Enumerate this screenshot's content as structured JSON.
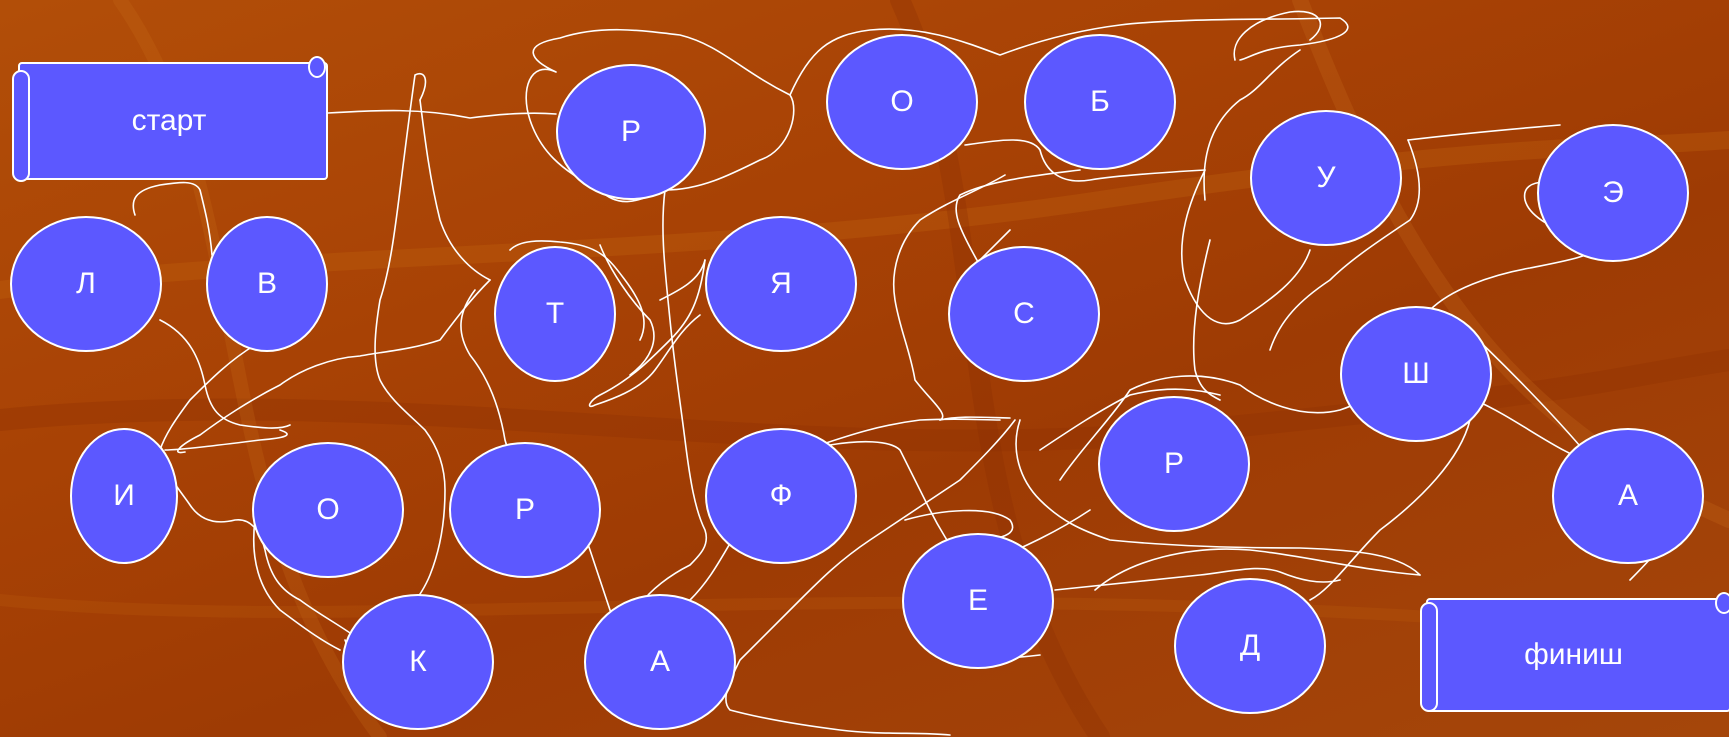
{
  "start_label": "старт",
  "finish_label": "финиш",
  "nodes": [
    {
      "name": "node-r-top",
      "letter": "Р"
    },
    {
      "name": "node-o-top",
      "letter": "О"
    },
    {
      "name": "node-b",
      "letter": "Б"
    },
    {
      "name": "node-u",
      "letter": "У"
    },
    {
      "name": "node-e-cyr",
      "letter": "Э"
    },
    {
      "name": "node-l",
      "letter": "Л"
    },
    {
      "name": "node-v",
      "letter": "В"
    },
    {
      "name": "node-t",
      "letter": "Т"
    },
    {
      "name": "node-ya",
      "letter": "Я"
    },
    {
      "name": "node-s",
      "letter": "С"
    },
    {
      "name": "node-sh",
      "letter": "Ш"
    },
    {
      "name": "node-i",
      "letter": "И"
    },
    {
      "name": "node-o-bottom",
      "letter": "О"
    },
    {
      "name": "node-r-mid",
      "letter": "Р"
    },
    {
      "name": "node-f",
      "letter": "Ф"
    },
    {
      "name": "node-r-right",
      "letter": "Р"
    },
    {
      "name": "node-a-right",
      "letter": "А"
    },
    {
      "name": "node-ie",
      "letter": "Е"
    },
    {
      "name": "node-k",
      "letter": "К"
    },
    {
      "name": "node-a-bottom",
      "letter": "А"
    },
    {
      "name": "node-d",
      "letter": "Д"
    }
  ],
  "colors": {
    "node_fill": "#5c58ff",
    "outline": "#ffffff",
    "background": "#a84205"
  }
}
